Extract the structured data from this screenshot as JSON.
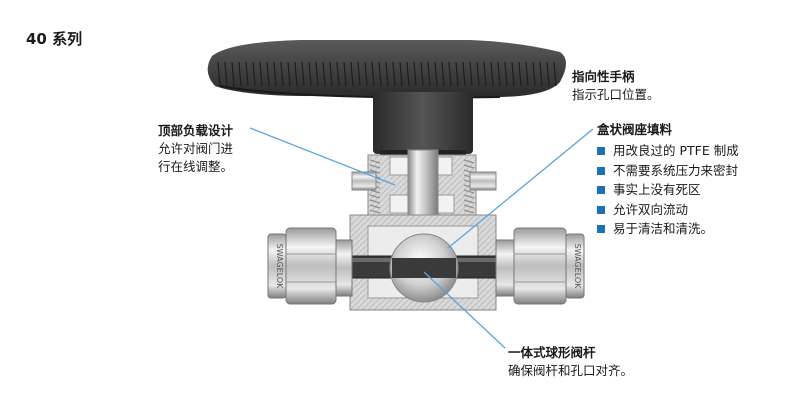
{
  "title": "40 系列",
  "callouts": {
    "handle": {
      "title": "指向性手柄",
      "desc": "指示孔口位置。"
    },
    "top_design": {
      "title": "顶部负载设计",
      "desc_lines": [
        "允许对阀门进",
        "行在线调整。"
      ]
    },
    "seal": {
      "title": "盒状阀座填料",
      "bullets": [
        "用改良过的 PTFE 制成",
        "不需要系统压力来密封",
        "事实上没有死区",
        "允许双向流动",
        "易于清洁和清洗。"
      ]
    },
    "stem": {
      "title": "一体式球形阀杆",
      "desc": "确保阀杆和孔口对齐。"
    }
  },
  "nut_label": "SWAGELOK",
  "colors": {
    "bullet": "#1f6fb5",
    "leader": "#5aa5dc",
    "handle": "#3c3c3c"
  }
}
